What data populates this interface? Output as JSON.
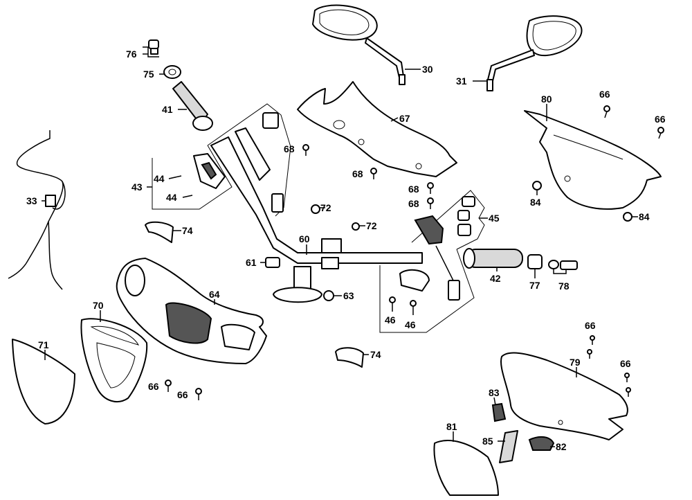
{
  "diagram": {
    "labels": {
      "l76": "76",
      "l75": "75",
      "l41": "41",
      "l43": "43",
      "l44a": "44",
      "l44b": "44",
      "l33": "33",
      "l74a": "74",
      "l30": "30",
      "l31": "31",
      "l67": "67",
      "l80": "80",
      "l66a": "66",
      "l66b": "66",
      "l68a": "68",
      "l68b": "68",
      "l68c": "68",
      "l68d": "68",
      "l72a": "72",
      "l72b": "72",
      "l84a": "84",
      "l84b": "84",
      "l45": "45",
      "l60": "60",
      "l61": "61",
      "l42": "42",
      "l77": "77",
      "l78": "78",
      "l63": "63",
      "l64": "64",
      "l70": "70",
      "l71": "71",
      "l46a": "46",
      "l46b": "46",
      "l74b": "74",
      "l66c": "66",
      "l66d": "66",
      "l66e": "66",
      "l66f": "66",
      "l79": "79",
      "l83": "83",
      "l81": "81",
      "l85": "85",
      "l82": "82"
    }
  }
}
